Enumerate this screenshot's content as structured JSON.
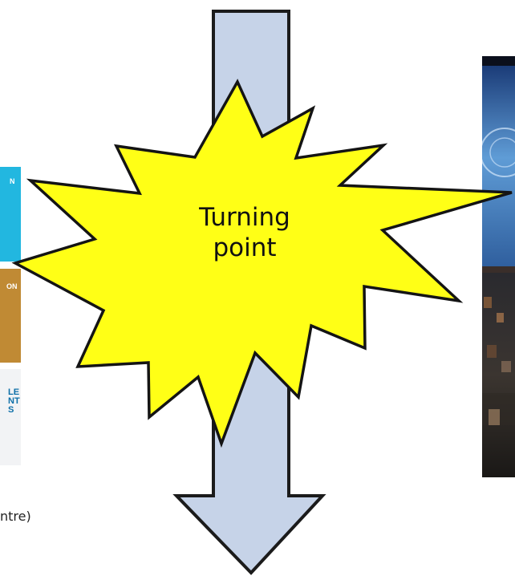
{
  "slide": {
    "left_tiles": [
      {
        "text": "N",
        "color": "#22b7e0"
      },
      {
        "text": "ON",
        "color": "#c08a34"
      },
      {
        "text": "LE\nNT\nS",
        "color": "#0d6fa8"
      }
    ],
    "caption": "ntre)",
    "burst_text": "Turning\npoint",
    "colors": {
      "arrow_fill": "#c6d3e8",
      "arrow_stroke": "#1b1b1b",
      "burst_fill": "#ffff16",
      "burst_stroke": "#141414"
    }
  }
}
